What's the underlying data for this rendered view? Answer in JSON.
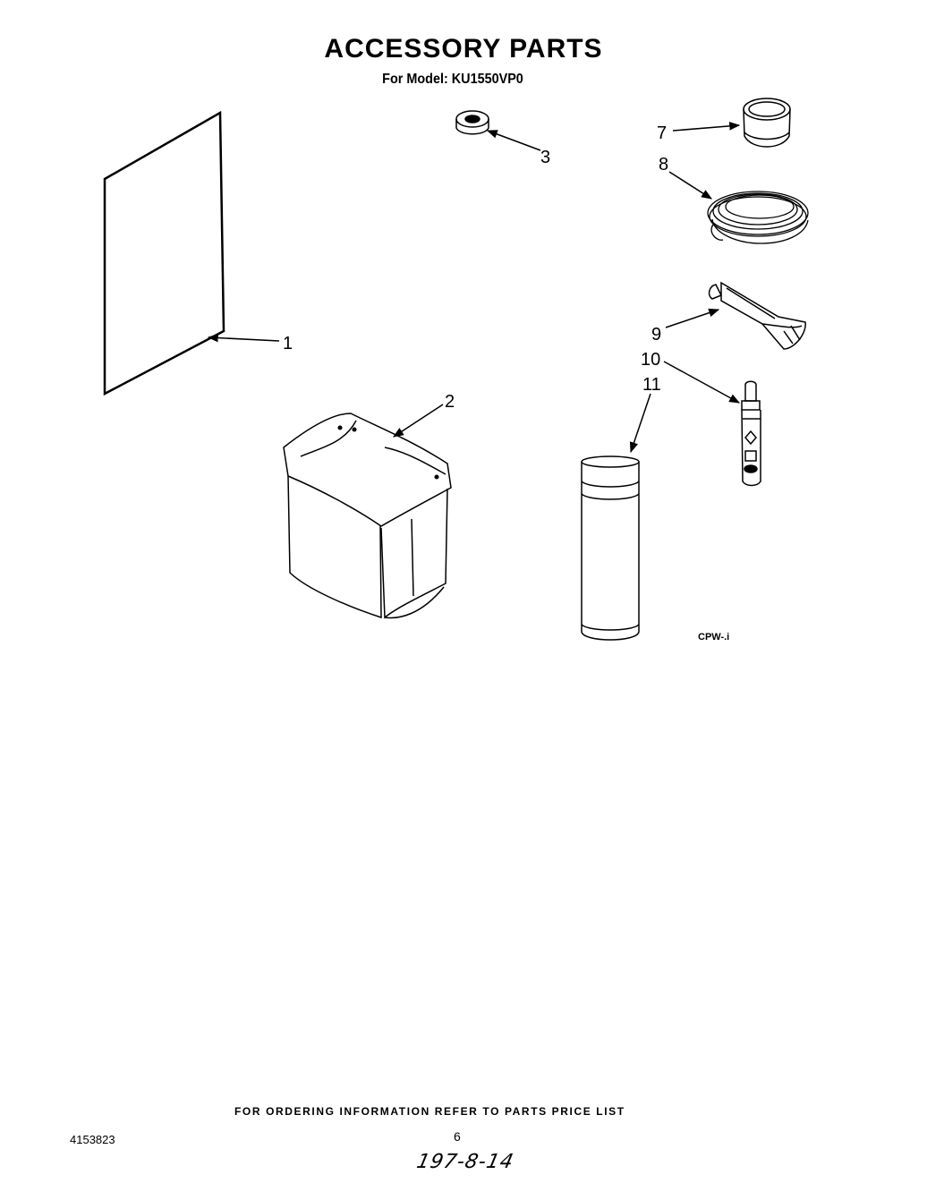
{
  "header": {
    "title": "ACCESSORY PARTS",
    "subtitle": "For Model: KU1550VP0"
  },
  "callouts": {
    "c1": "1",
    "c2": "2",
    "c3": "3",
    "c7": "7",
    "c8": "8",
    "c9": "9",
    "c10": "10",
    "c11": "11"
  },
  "figure_code": "CPW-.i",
  "footer": {
    "ordering_note": "FOR ORDERING INFORMATION REFER TO PARTS PRICE LIST",
    "document_number": "4153823",
    "page_number": "6",
    "handwritten_date": "197-8-14"
  }
}
